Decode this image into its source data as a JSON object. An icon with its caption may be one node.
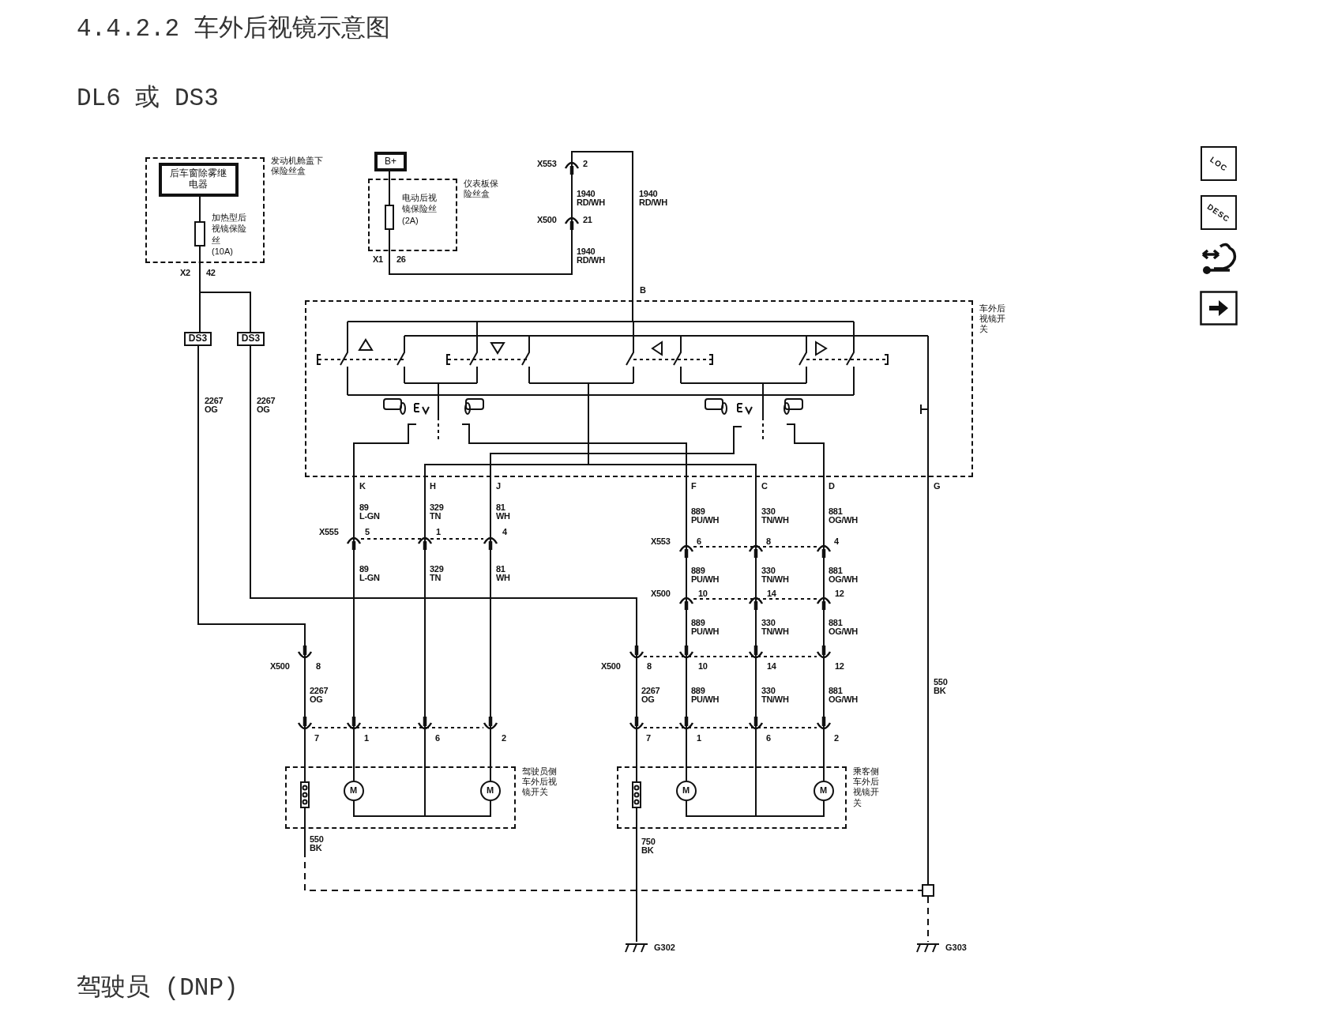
{
  "diagram": {
    "title": "4.4.2.2 车外后视镜示意图",
    "nodes": [
      {
        "text": [
          "发动机舱盖下保险丝盒"
        ]
      },
      {
        "text": [
          "后车窗除雾继电器"
        ],
        "in": 0
      },
      {
        "text": [],
        "shape": "box",
        "in": 0,
        "beside": [
          "加热型后视镜保险丝",
          "(10A)"
        ]
      },
      {
        "text": [
          "B+"
        ]
      },
      {
        "text": [
          "仪表板保险丝盒"
        ]
      },
      {
        "text": [],
        "shape": "box",
        "in": 4,
        "beside": [
          "电动后视镜保险丝",
          "(2A)"
        ]
      },
      {
        "text": [
          "车外后视镜开关"
        ]
      },
      {
        "text": [
          "DS3"
        ]
      },
      {
        "text": [
          "DS3"
        ]
      },
      {
        "text": [
          "驾驶员侧车外后视镜开关"
        ]
      },
      {
        "text": [
          "M"
        ],
        "in": 9
      },
      {
        "text": [
          "M"
        ],
        "in": 9
      },
      {
        "text": [
          "乘客侧车外后视镜开关"
        ]
      },
      {
        "text": [
          "M"
        ],
        "in": 12
      },
      {
        "text": [
          "M"
        ],
        "in": 12
      },
      {
        "text": [],
        "shape": "box"
      },
      {
        "text": [],
        "shape": "ground",
        "beside": [
          "G302"
        ]
      },
      {
        "text": [],
        "shape": "ground",
        "beside": [
          "G303"
        ]
      }
    ],
    "edges": [
      {
        "from": 1,
        "to": 2,
        "arrow": "none"
      },
      {
        "from": 2,
        "to": 7,
        "arrow": "none"
      },
      {
        "from": 2,
        "to": 8,
        "arrow": "none"
      },
      {
        "from": 7,
        "to": 9,
        "arrow": "none"
      },
      {
        "from": 8,
        "to": 12,
        "arrow": "none"
      },
      {
        "from": 3,
        "to": 5,
        "arrow": "none"
      },
      {
        "from": 5,
        "to": 6,
        "arrow": "none"
      },
      {
        "from": 6,
        "to": 10,
        "arrow": "none"
      },
      {
        "from": 6,
        "to": 9,
        "arrow": "none"
      },
      {
        "from": 6,
        "to": 11,
        "arrow": "none"
      },
      {
        "from": 6,
        "to": 13,
        "arrow": "none"
      },
      {
        "from": 6,
        "to": 12,
        "arrow": "none"
      },
      {
        "from": 6,
        "to": 14,
        "arrow": "none"
      },
      {
        "from": 6,
        "to": 15,
        "arrow": "none"
      },
      {
        "from": 9,
        "to": 15,
        "arrow": "none",
        "style": "dashed"
      },
      {
        "from": 12,
        "to": 16,
        "arrow": "none"
      },
      {
        "from": 15,
        "to": 17,
        "arrow": "none",
        "style": "dashed"
      },
      {
        "from": 10,
        "to": 11,
        "arrow": "none"
      },
      {
        "from": 13,
        "to": 14,
        "arrow": "none"
      }
    ],
    "labels": [
      "DL6 或 DS3",
      "X2",
      "42",
      "X1",
      "26",
      "X553",
      "2",
      "1940 RD/WH",
      "X500",
      "21",
      "1940 RD/WH",
      "1940 RD/WH",
      "B",
      "2267 OG",
      "2267 OG",
      "K",
      "H",
      "J",
      "F",
      "C",
      "D",
      "G",
      "89 L-GN",
      "329 TN",
      "81 WH",
      "889 PU/WH",
      "330 TN/WH",
      "881 OG/WH",
      "X555",
      "5",
      "1",
      "4",
      "X553",
      "6",
      "8",
      "4",
      "89 L-GN",
      "329 TN",
      "81 WH",
      "889 PU/WH",
      "330 TN/WH",
      "881 OG/WH",
      "X500",
      "10",
      "14",
      "12",
      "889 PU/WH",
      "330 TN/WH",
      "881 OG/WH",
      "550 BK",
      "X500",
      "8",
      "X500",
      "8",
      "10",
      "14",
      "12",
      "2267 OG",
      "2267 OG",
      "889 PU/WH",
      "330 TN/WH",
      "881 OG/WH",
      "7",
      "1",
      "6",
      "2",
      "7",
      "1",
      "6",
      "2",
      "550 BK",
      "750 BK",
      "驾驶员 (DNP)",
      "LOC",
      "DESC"
    ]
  }
}
